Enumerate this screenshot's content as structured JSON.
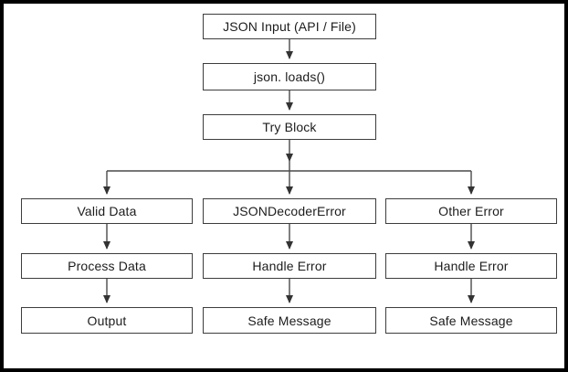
{
  "frame": {
    "background": "#ffffff",
    "border_color": "#000000"
  },
  "flowchart": {
    "line_color": "#4a4a4a",
    "box_border_color": "#3d3d3d",
    "text_color": "#1c1c1c",
    "arrow_color": "#333333",
    "top_nodes": [
      {
        "label": "JSON Input (API / File)"
      },
      {
        "label": "json. loads()"
      },
      {
        "label": "Try Block"
      }
    ],
    "branches": [
      {
        "nodes": [
          {
            "label": "Valid Data"
          },
          {
            "label": "Process Data"
          },
          {
            "label": "Output"
          }
        ]
      },
      {
        "nodes": [
          {
            "label": "JSONDecoderError"
          },
          {
            "label": "Handle Error"
          },
          {
            "label": "Safe Message"
          }
        ]
      },
      {
        "nodes": [
          {
            "label": "Other Error"
          },
          {
            "label": "Handle Error"
          },
          {
            "label": "Safe Message"
          }
        ]
      }
    ]
  }
}
